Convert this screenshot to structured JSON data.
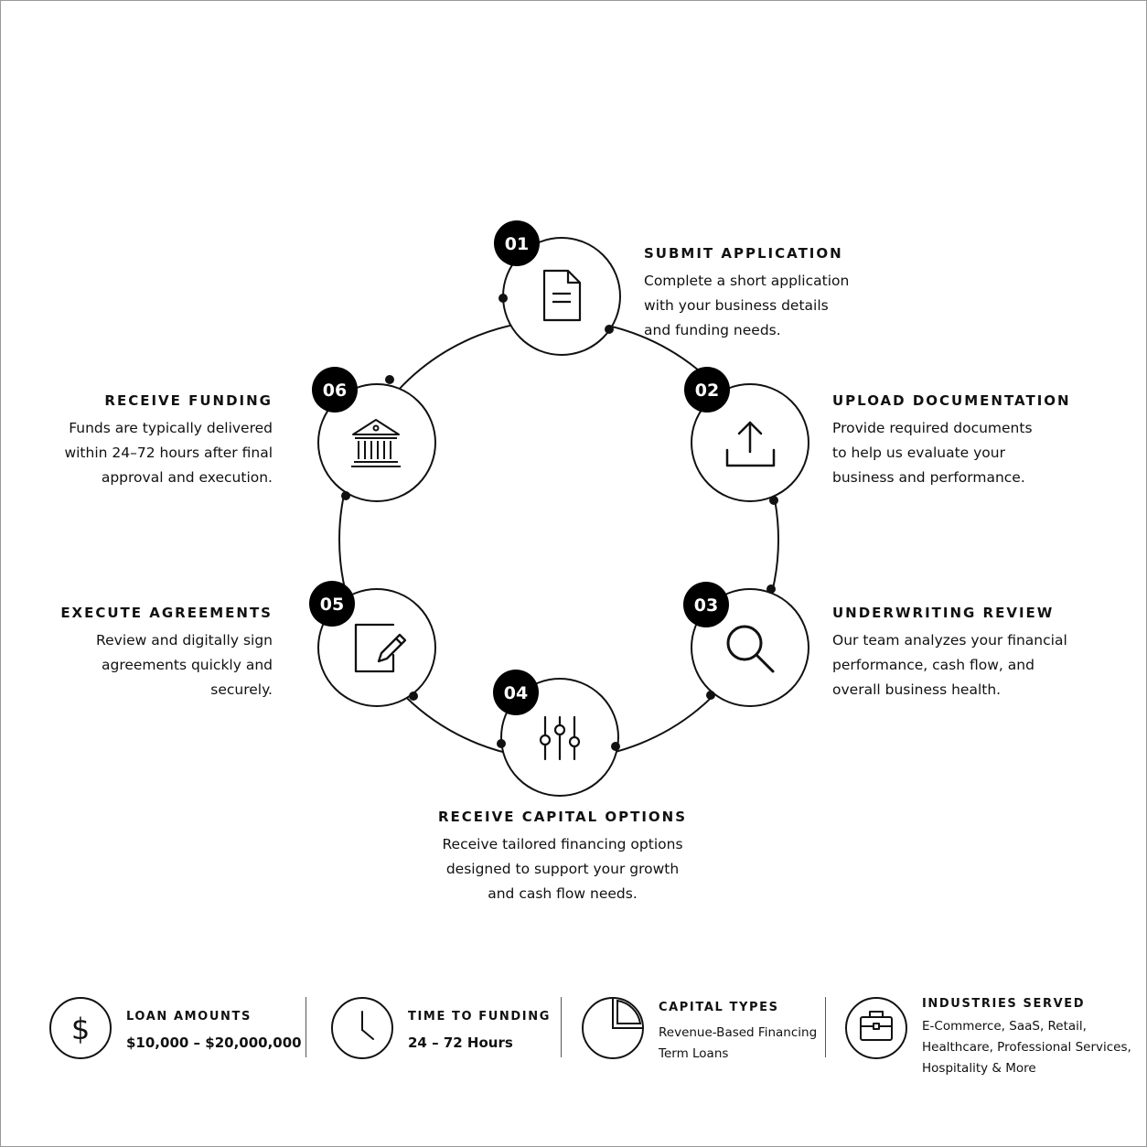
{
  "steps": [
    {
      "num": "01",
      "title": "SUBMIT APPLICATION",
      "lines": [
        "Complete a short application",
        "with your business details",
        "and funding needs."
      ],
      "icon": "document-icon"
    },
    {
      "num": "02",
      "title": "UPLOAD DOCUMENTATION",
      "lines": [
        "Provide required documents",
        "to help us evaluate your",
        "business and performance."
      ],
      "icon": "upload-icon"
    },
    {
      "num": "03",
      "title": "UNDERWRITING REVIEW",
      "lines": [
        "Our team analyzes your financial",
        "performance, cash flow, and",
        "overall business health."
      ],
      "icon": "magnifier-icon"
    },
    {
      "num": "04",
      "title": "RECEIVE CAPITAL OPTIONS",
      "lines": [
        "Receive tailored financing options",
        "designed to support your growth",
        "and cash flow needs."
      ],
      "icon": "sliders-icon"
    },
    {
      "num": "05",
      "title": "EXECUTE AGREEMENTS",
      "lines": [
        "Review and digitally sign",
        "agreements quickly and",
        "securely."
      ],
      "icon": "edit-document-icon"
    },
    {
      "num": "06",
      "title": "RECEIVE FUNDING",
      "lines": [
        "Funds are typically delivered",
        "within 24–72 hours after final",
        "approval and execution."
      ],
      "icon": "bank-icon"
    }
  ],
  "stats": [
    {
      "title": "LOAN AMOUNTS",
      "value": "$10,000 – $20,000,000",
      "icon": "dollar-icon"
    },
    {
      "title": "TIME TO FUNDING",
      "value": "24 – 72 Hours",
      "icon": "clock-icon"
    },
    {
      "title": "CAPITAL TYPES",
      "lines": [
        "Revenue-Based Financing",
        "Term Loans"
      ],
      "icon": "pie-chart-icon"
    },
    {
      "title": "INDUSTRIES SERVED",
      "lines": [
        "E-Commerce, SaaS, Retail,",
        "Healthcare, Professional Services,",
        "Hospitality & More"
      ],
      "icon": "briefcase-icon"
    }
  ],
  "colors": {
    "ink": "#111111",
    "badge": "#000000",
    "background": "#ffffff"
  }
}
